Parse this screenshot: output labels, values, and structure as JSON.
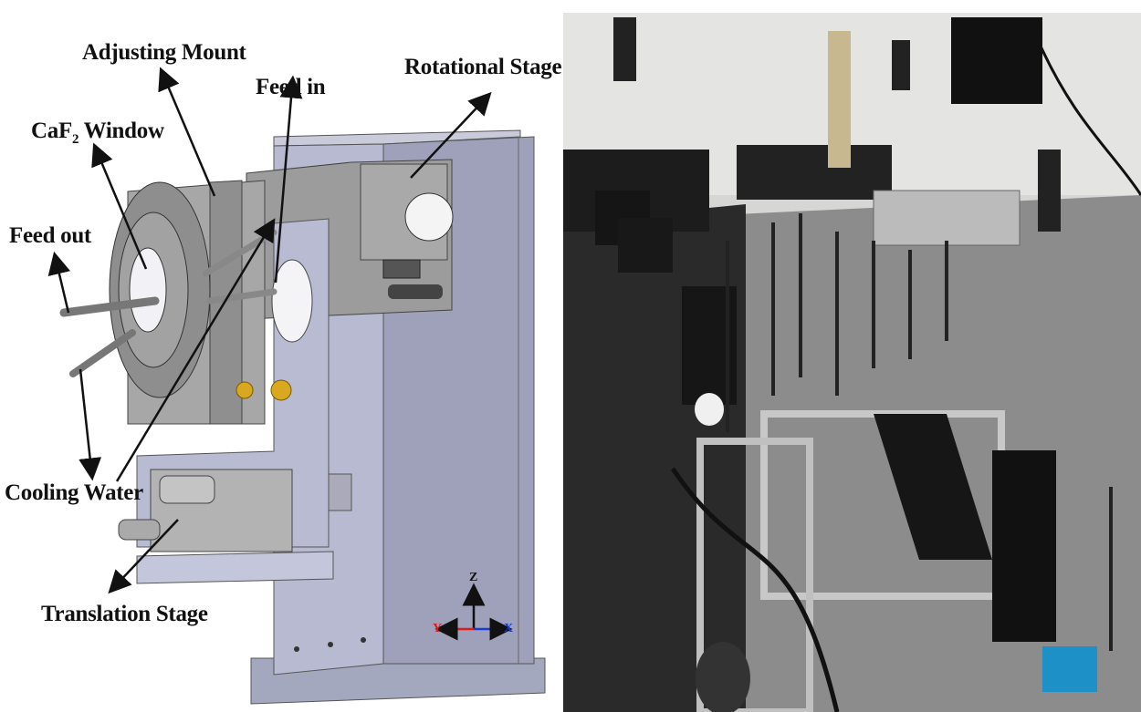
{
  "cad_drawing": {
    "labels": {
      "adjusting_mount": "Adjusting Mount",
      "feed_in": "Feed in",
      "rotational_stage": "Rotational Stage",
      "caf2_window_prefix": "CaF",
      "caf2_window_sub": "2",
      "caf2_window_suffix": " Window",
      "feed_out": "Feed out",
      "cooling_water": "Cooling Water",
      "translation_stage": "Translation Stage"
    },
    "axes": {
      "z": "Z",
      "y": "Y",
      "x": "X",
      "colors": {
        "y": "#e01818",
        "x": "#1a3ad8",
        "z": "#111111"
      }
    }
  },
  "photo": {
    "description_icon": "laboratory-photo"
  }
}
